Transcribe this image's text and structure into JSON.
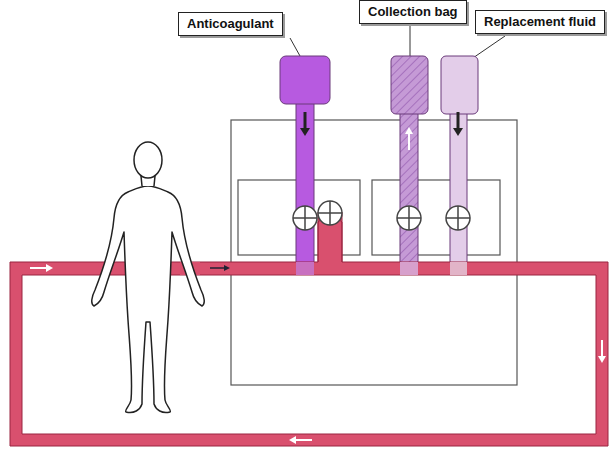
{
  "diagram": {
    "nodes": [
      {
        "text": [
          "Anticoagulant"
        ]
      },
      {
        "text": [
          "Collection bag"
        ]
      },
      {
        "text": [
          "Replacement fluid"
        ]
      }
    ]
  }
}
